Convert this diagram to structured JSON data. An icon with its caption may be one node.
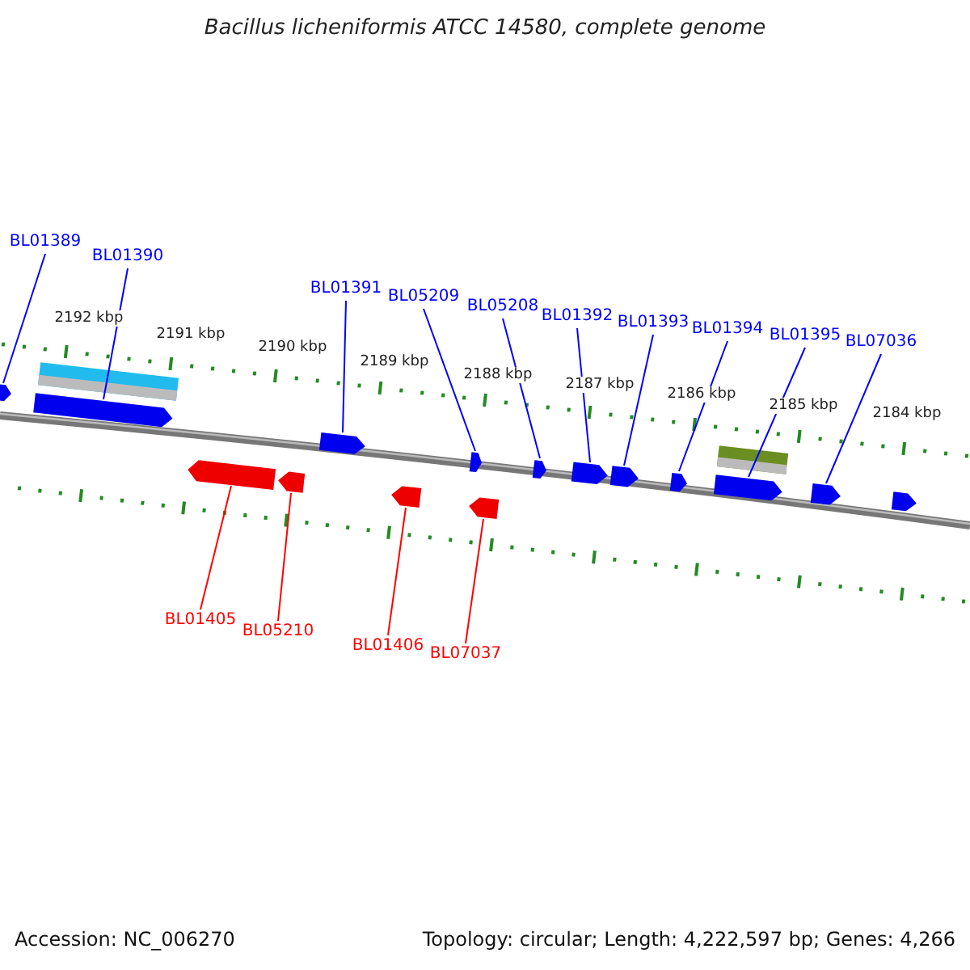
{
  "diagram": {
    "title": "Bacillus licheniformis ATCC 14580, complete genome",
    "nodes": [
      {
        "text": [
          "BL01389"
        ]
      },
      {
        "text": [
          "BL01390"
        ]
      },
      {
        "text": [
          "BL01391"
        ]
      },
      {
        "text": [
          "BL05209"
        ]
      },
      {
        "text": [
          "BL05208"
        ]
      },
      {
        "text": [
          "BL01392"
        ]
      },
      {
        "text": [
          "BL01393"
        ]
      },
      {
        "text": [
          "BL01394"
        ]
      },
      {
        "text": [
          "BL01395"
        ]
      },
      {
        "text": [
          "BL07036"
        ]
      },
      {
        "text": [
          "BL01405"
        ]
      },
      {
        "text": [
          "BL05210"
        ]
      },
      {
        "text": [
          "BL01406"
        ]
      },
      {
        "text": [
          "BL07037"
        ]
      },
      {
        "text": [],
        "shape": "pentagon"
      },
      {
        "text": [],
        "shape": "pentagon"
      },
      {
        "text": [],
        "shape": "pentagon"
      },
      {
        "text": [],
        "shape": "pentagon"
      },
      {
        "text": [],
        "shape": "pentagon"
      },
      {
        "text": [],
        "shape": "pentagon"
      },
      {
        "text": [],
        "shape": "pentagon"
      },
      {
        "text": [],
        "shape": "pentagon"
      },
      {
        "text": [],
        "shape": "pentagon"
      },
      {
        "text": [],
        "shape": "pentagon"
      },
      {
        "text": [],
        "shape": "pentagon"
      },
      {
        "text": [],
        "shape": "pentagon"
      },
      {
        "text": [],
        "shape": "pentagon"
      },
      {
        "text": [],
        "shape": "pentagon"
      },
      {
        "text": [],
        "shape": "pentagon"
      },
      {
        "text": [],
        "shape": "bar"
      },
      {
        "text": [],
        "shape": "bar"
      }
    ],
    "edges": [
      {
        "from": 0,
        "to": 14,
        "arrow": "none"
      },
      {
        "from": 1,
        "to": 15,
        "arrow": "none"
      },
      {
        "from": 2,
        "to": 16,
        "arrow": "none"
      },
      {
        "from": 3,
        "to": 17,
        "arrow": "none"
      },
      {
        "from": 4,
        "to": 18,
        "arrow": "none"
      },
      {
        "from": 5,
        "to": 19,
        "arrow": "none"
      },
      {
        "from": 6,
        "to": 20,
        "arrow": "none"
      },
      {
        "from": 7,
        "to": 21,
        "arrow": "none"
      },
      {
        "from": 8,
        "to": 22,
        "arrow": "none"
      },
      {
        "from": 9,
        "to": 23,
        "arrow": "none"
      },
      {
        "from": 10,
        "to": 25,
        "arrow": "none",
        "color": "#ff0000"
      },
      {
        "from": 11,
        "to": 26,
        "arrow": "none",
        "color": "#ff0000"
      },
      {
        "from": 12,
        "to": 27,
        "arrow": "none",
        "color": "#ff0000"
      },
      {
        "from": 13,
        "to": 28,
        "arrow": "none",
        "color": "#ff0000"
      }
    ],
    "labels": [
      "2192 kbp",
      "2191 kbp",
      "2190 kbp",
      "2189 kbp",
      "2188 kbp",
      "2187 kbp",
      "2186 kbp",
      "2185 kbp",
      "2184 kbp",
      "Accession: NC_006270",
      "Topology: circular; Length: 4,222,597 bp; Genes: 4,266"
    ]
  }
}
